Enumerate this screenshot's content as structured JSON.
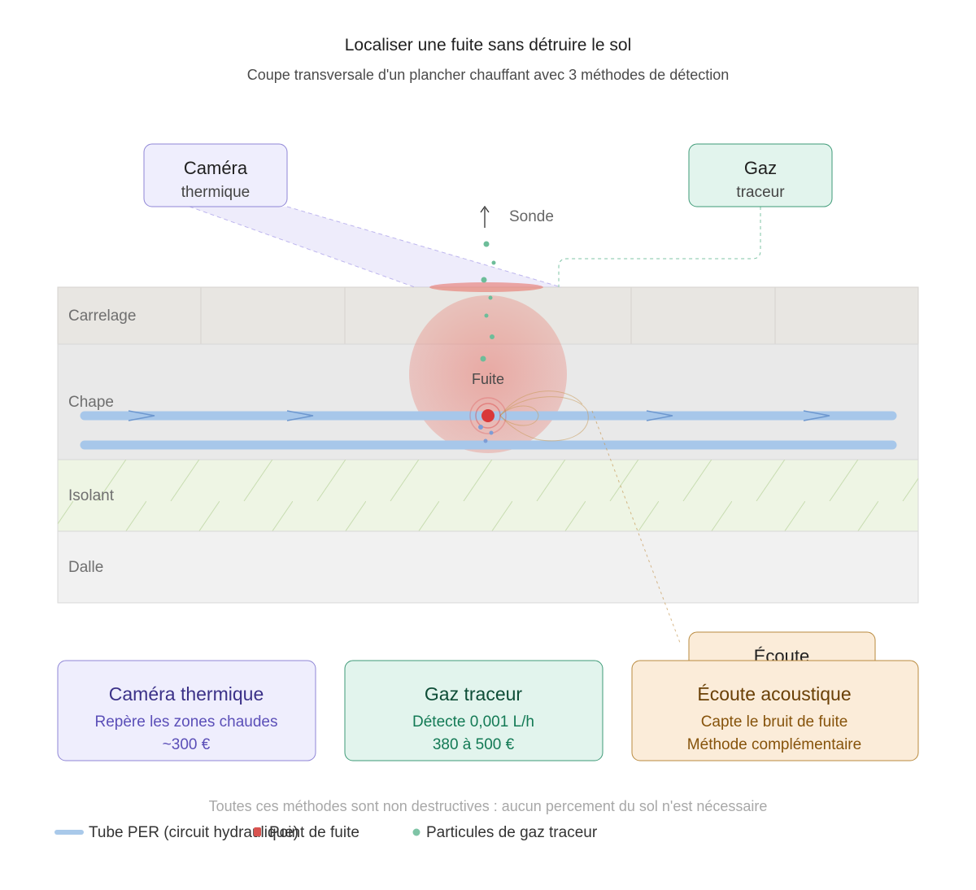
{
  "title": "Localiser une fuite sans détruire le sol",
  "subtitle": "Coupe transversale d'un plancher chauffant avec 3 méthodes de détection",
  "layers": [
    {
      "name": "Carrelage",
      "color": "#e8e6e2"
    },
    {
      "name": "Chape",
      "color": "#e9e9e9"
    },
    {
      "name": "Isolant",
      "color": "#eef5e4"
    },
    {
      "name": "Dalle",
      "color": "#f1f1f1"
    }
  ],
  "leak_label": "Fuite",
  "probe_label": "Sonde",
  "callouts": {
    "camera": {
      "line1": "Caméra",
      "line2": "thermique"
    },
    "gas": {
      "line1": "Gaz",
      "line2": "traceur"
    },
    "listen": {
      "line1": "Écoute"
    }
  },
  "cards": [
    {
      "title": "Caméra thermique",
      "line1": "Repère les zones chaudes",
      "line2": "~300 €",
      "fill": "#efeefd",
      "stroke": "#8f86d6",
      "title_color": "#3b3188",
      "text_color": "#5b4fb8"
    },
    {
      "title": "Gaz traceur",
      "line1": "Détecte 0,001 L/h",
      "line2": "380 à 500 €",
      "fill": "#e2f4ed",
      "stroke": "#3e9a77",
      "title_color": "#0e4d37",
      "text_color": "#137a55"
    },
    {
      "title": "Écoute acoustique",
      "line1": "Capte le bruit de fuite",
      "line2": "Méthode complémentaire",
      "fill": "#fbecd9",
      "stroke": "#b98a3e",
      "title_color": "#6a4006",
      "text_color": "#86530b"
    }
  ],
  "footnote": "Toutes ces méthodes sont non destructives : aucun percement du sol n'est nécessaire",
  "legend": [
    {
      "label": "Tube PER (circuit hydraulique)",
      "color": "#a9c9ea",
      "icon": "line"
    },
    {
      "label": "Point de fuite",
      "color": "#d9534f",
      "icon": "dot"
    },
    {
      "label": "Particules de gaz traceur",
      "color": "#7fc4a6",
      "icon": "dot"
    }
  ],
  "colors": {
    "pipe": "#a7c7ea",
    "leak": "#d9383a",
    "heat": "#e9857a",
    "gas": "#6dbd99",
    "acoustic": "#c89b5a",
    "thermal_beam": "#bdb5ee"
  }
}
